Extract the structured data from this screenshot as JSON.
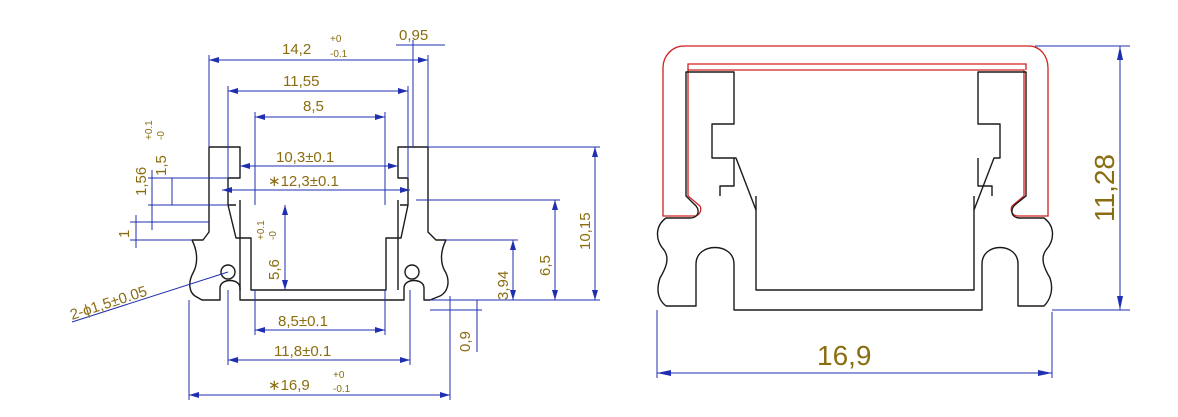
{
  "left_view": {
    "width_top": "14,2",
    "width_top_tol_plus": "+0",
    "width_top_tol_minus": "-0.1",
    "wall": "0,95",
    "inner_top": "11,55",
    "opening": "8,5",
    "cavity_width": "10,3±0.1",
    "cavity_width_key": "∗12,3±0.1",
    "lip_height": "1,56",
    "lip_height_2": "1,5",
    "lip_height_2_tol_plus": "+0.1",
    "lip_height_2_tol_minus": "-0",
    "step": "1",
    "depth": "5,6",
    "depth_tol_plus": "+0.1",
    "depth_tol_minus": "-0",
    "holes": "2-ϕ1,5±0.05",
    "base_height": "3,94",
    "mid_height": "6,5",
    "total_height": "10,15",
    "floor_width": "8,5±0.1",
    "bottom_gap": "0,9",
    "base_width": "11,8±0.1",
    "overall_width": "∗16,9",
    "overall_width_tol_plus": "+0",
    "overall_width_tol_minus": "-0.1"
  },
  "right_view": {
    "height": "11,28",
    "width": "16,9"
  },
  "colors": {
    "dimension": "#1f2fb0",
    "label": "#8a6d10",
    "outline": "#1a1a1a",
    "cover": "#d02020"
  }
}
